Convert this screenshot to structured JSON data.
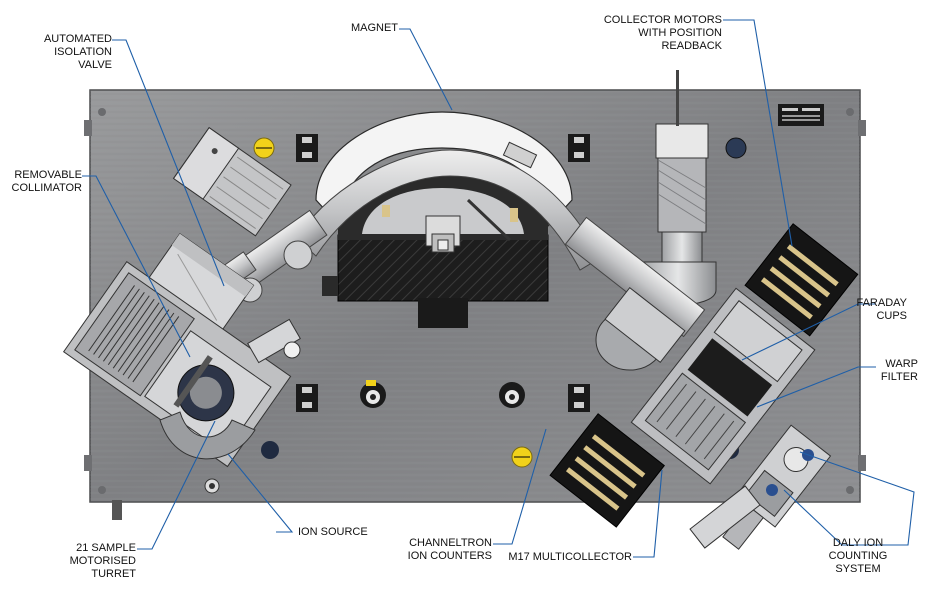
{
  "diagram": {
    "labels": {
      "automated_isolation_valve": [
        "AUTOMATED",
        "ISOLATION",
        "VALVE"
      ],
      "magnet": [
        "MAGNET"
      ],
      "collector_motors": [
        "COLLECTOR MOTORS",
        "WITH POSITION",
        "READBACK"
      ],
      "removable_collimator": [
        "REMOVABLE",
        "COLLIMATOR"
      ],
      "faraday_cups": [
        "FARADAY",
        "CUPS"
      ],
      "warp_filter": [
        "WARP",
        "FILTER"
      ],
      "ion_source": [
        "ION SOURCE"
      ],
      "channeltron": [
        "CHANNELTRON",
        "ION COUNTERS"
      ],
      "sample_turret": [
        "21 SAMPLE",
        "MOTORISED",
        "TURRET"
      ],
      "m17_multicollector": [
        "M17 MULTICOLLECTOR"
      ],
      "daly": [
        "DALY ION",
        "COUNTING",
        "SYSTEM"
      ]
    },
    "colors": {
      "plate": "#8d8e90",
      "plate_dark": "#5e5f61",
      "component_light": "#d9dadc",
      "component_mid": "#a9abae",
      "detector_black": "#151515",
      "brass": "#d9c48a",
      "yellow_knob": "#f2d21a",
      "leader_line": "#1f5fa8"
    }
  }
}
